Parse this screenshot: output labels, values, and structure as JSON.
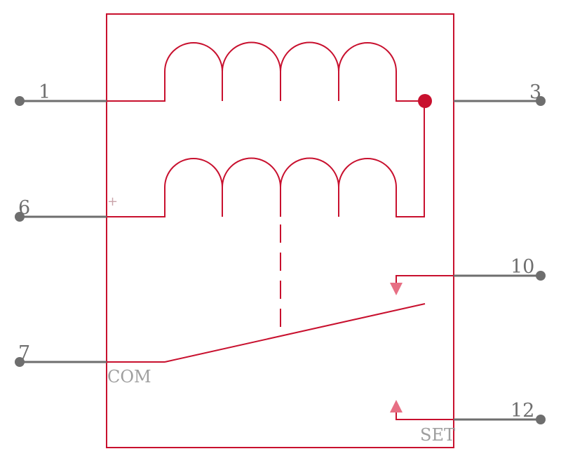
{
  "pins": [
    {
      "number": "1",
      "label": "1"
    },
    {
      "number": "3",
      "label": "3"
    },
    {
      "number": "6",
      "label": "6"
    },
    {
      "number": "7",
      "label": "7"
    },
    {
      "number": "10",
      "label": "10"
    },
    {
      "number": "12",
      "label": "12"
    }
  ],
  "labels": {
    "com": "COM",
    "set": "SET",
    "plus": "+"
  },
  "colors": {
    "body": "#c8102e",
    "pin": "#6e6e6e",
    "text": "#9e9e9e",
    "arrow": "#e3566e"
  }
}
